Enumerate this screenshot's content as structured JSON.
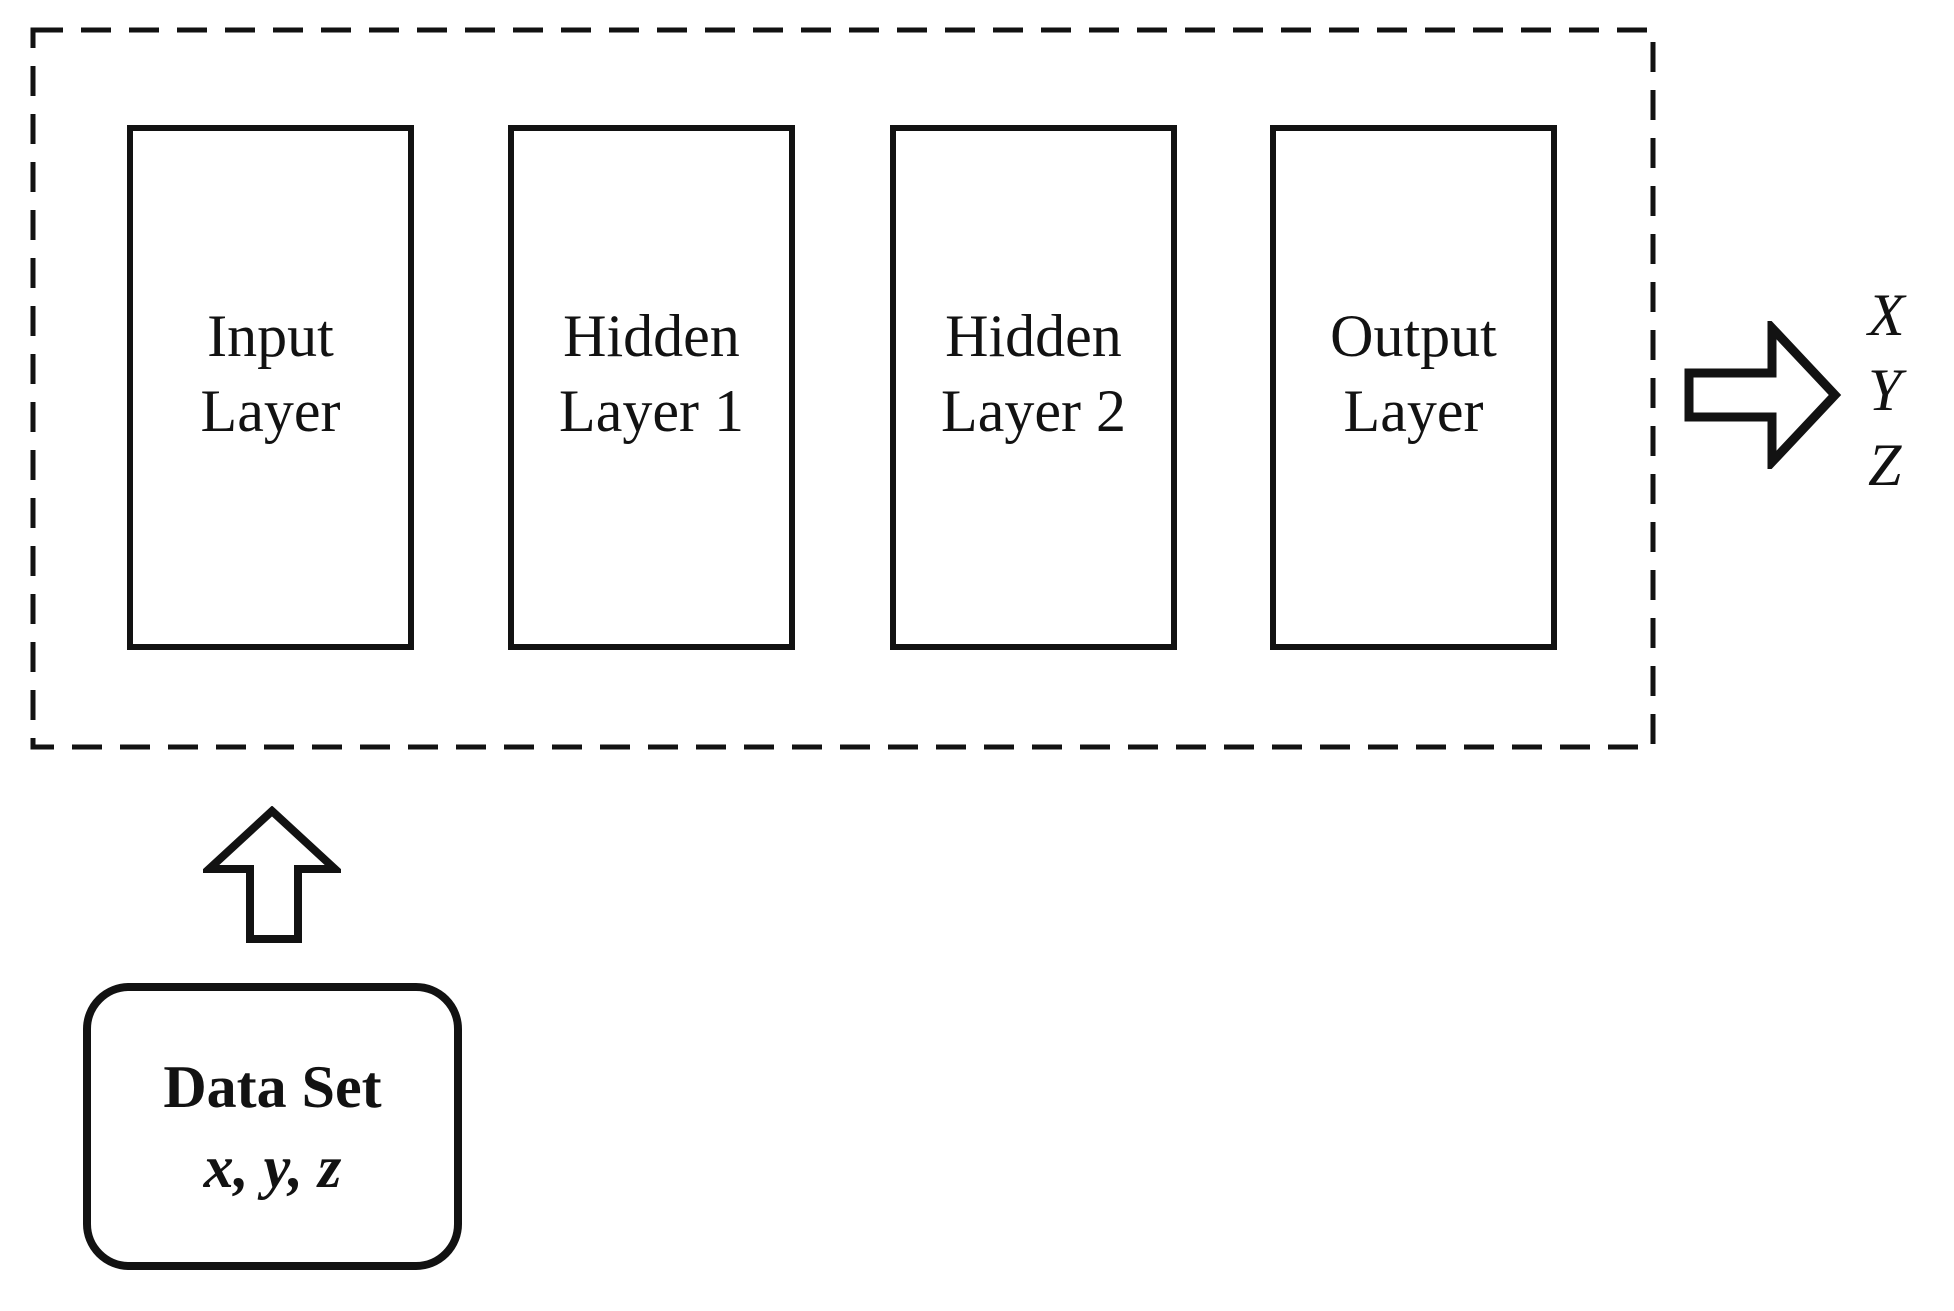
{
  "figure": {
    "network_boxes": [
      {
        "id": "input",
        "line1": "Input",
        "line2": "Layer"
      },
      {
        "id": "hidden1",
        "line1": "Hidden",
        "line2": "Layer 1"
      },
      {
        "id": "hidden2",
        "line1": "Hidden",
        "line2": "Layer 2"
      },
      {
        "id": "output",
        "line1": "Output",
        "line2": "Layer"
      }
    ],
    "outputs": {
      "line1": "X",
      "line2": "Y",
      "line3": "Z"
    },
    "dataset": {
      "title": "Data Set",
      "variables": "x, y, z"
    },
    "colors": {
      "line": "#121212",
      "text": "#121212",
      "background": "#ffffff"
    }
  }
}
